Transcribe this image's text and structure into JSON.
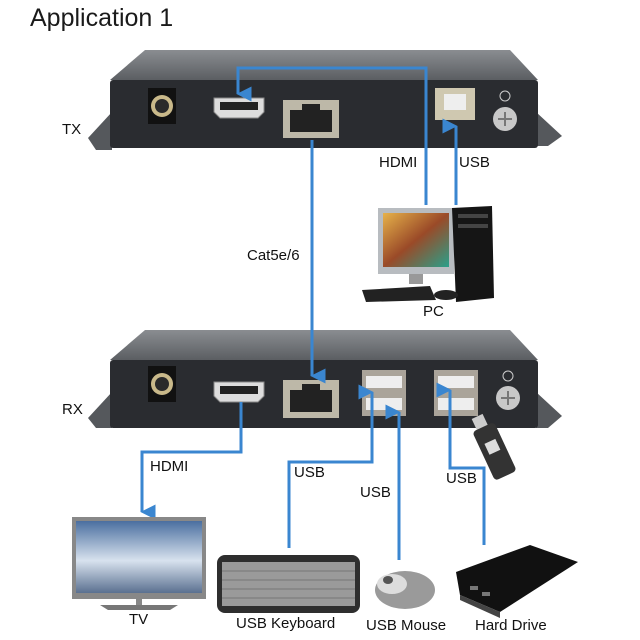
{
  "title": "Application 1",
  "devices": {
    "tx": {
      "label": "TX",
      "ports": [
        "power-jack",
        "hdmi-port",
        "rj45-port",
        "usb-b-port",
        "ground-screw"
      ]
    },
    "rx": {
      "label": "RX",
      "ports": [
        "power-jack",
        "hdmi-port",
        "rj45-port",
        "usb-a-dual-port",
        "usb-a-dual-port",
        "ground-screw"
      ]
    }
  },
  "connections": {
    "tx_hdmi": "HDMI",
    "tx_usb": "USB",
    "cat": "Cat5e/6",
    "rx_hdmi": "HDMI",
    "rx_usb_keyboard": "USB",
    "rx_usb_mouse": "USB",
    "rx_usb_drive": "USB"
  },
  "peripherals": {
    "pc": "PC",
    "tv": "TV",
    "keyboard": "USB Keyboard",
    "mouse": "USB Mouse",
    "hard_drive": "Hard Drive"
  },
  "colors": {
    "line": "#3a86d0",
    "device": "#2a2c30",
    "device_top": "#6b6e72"
  }
}
